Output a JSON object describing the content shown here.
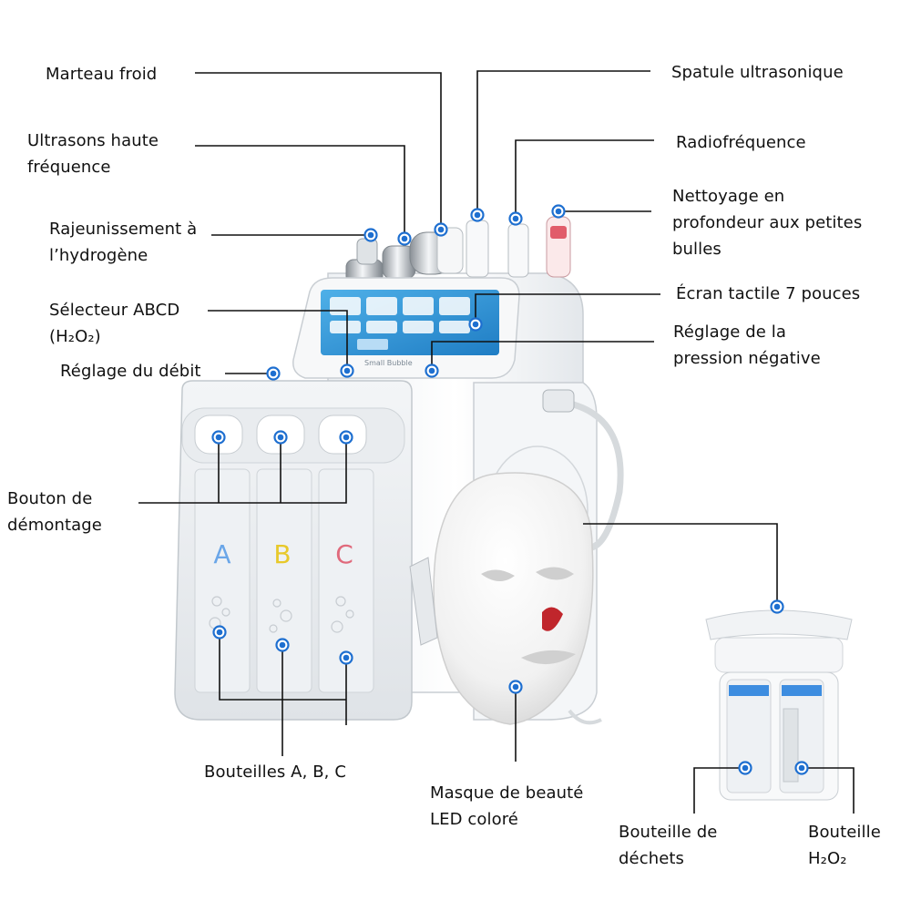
{
  "labels": {
    "marteau": {
      "l1": "Marteau froid"
    },
    "ultrasons": {
      "l1": "Ultrasons haute",
      "l2": "fréquence"
    },
    "rajeunissement": {
      "l1": "Rajeunissement à",
      "l2": "l’hydrogène"
    },
    "selecteur": {
      "l1": "Sélecteur ABCD",
      "l2": "(H₂O₂)"
    },
    "debit": {
      "l1": "Réglage du débit"
    },
    "bouton": {
      "l1": "Bouton de",
      "l2": "démontage"
    },
    "spatule": {
      "l1": "Spatule ultrasonique"
    },
    "radiofrequence": {
      "l1": "Radiofréquence"
    },
    "nettoyage": {
      "l1": "Nettoyage en",
      "l2": "profondeur aux petites",
      "l3": "bulles"
    },
    "ecran": {
      "l1": "Écran tactile 7 pouces"
    },
    "pression": {
      "l1": "Réglage de la",
      "l2": "pression négative"
    },
    "bouteilles": {
      "l1": "Bouteilles A, B, C"
    },
    "masque": {
      "l1": "Masque de beauté",
      "l2": "LED coloré"
    },
    "dechets": {
      "l1": "Bouteille de",
      "l2": "déchets"
    },
    "h2o2": {
      "l1": "Bouteille",
      "l2": "H₂O₂"
    }
  },
  "device": {
    "bottle_letters": [
      "A",
      "B",
      "C"
    ],
    "bottle_colors": [
      "#6aa6e8",
      "#e8c92a",
      "#e06a7c"
    ],
    "screen_brand": "Small Bubble"
  }
}
